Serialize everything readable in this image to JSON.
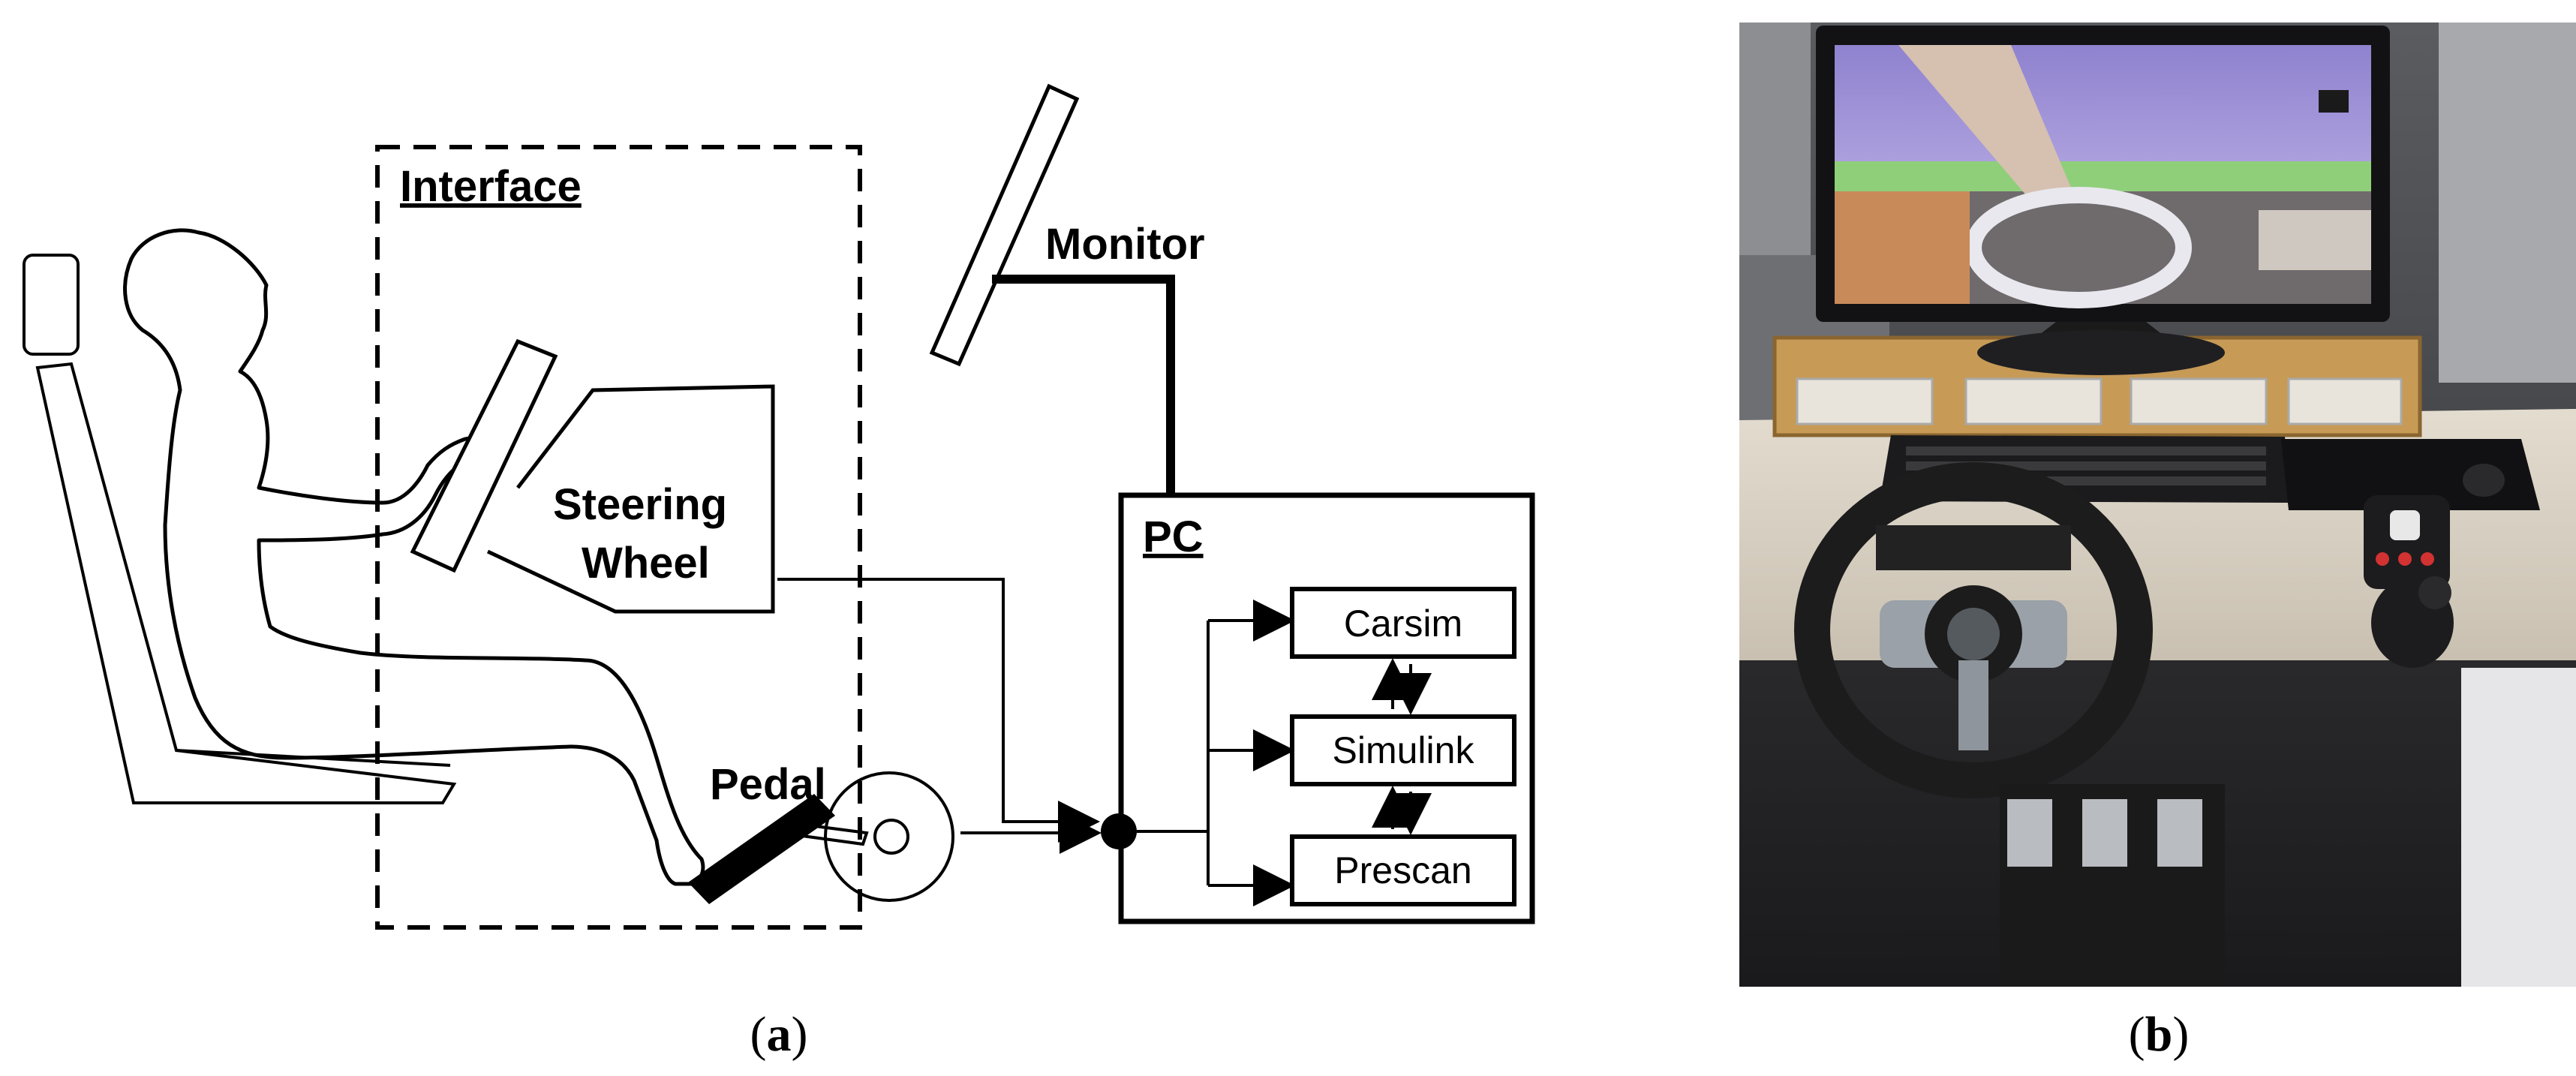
{
  "panel_a": {
    "interface_label": "Interface",
    "monitor_label": "Monitor",
    "steering_line1": "Steering",
    "steering_line2": "Wheel",
    "pedal_label": "Pedal",
    "pc_label": "PC",
    "modules": [
      "Carsim",
      "Simulink",
      "Prescan"
    ],
    "caption_letter": "a"
  },
  "panel_b": {
    "caption_letter": "b",
    "description_colors": {
      "sky": "#b9a9e6",
      "grass": "#8fcf7a",
      "desk": "#d8cfc0",
      "wheel": "#1c1c1c",
      "background": "#2e2f33"
    }
  }
}
